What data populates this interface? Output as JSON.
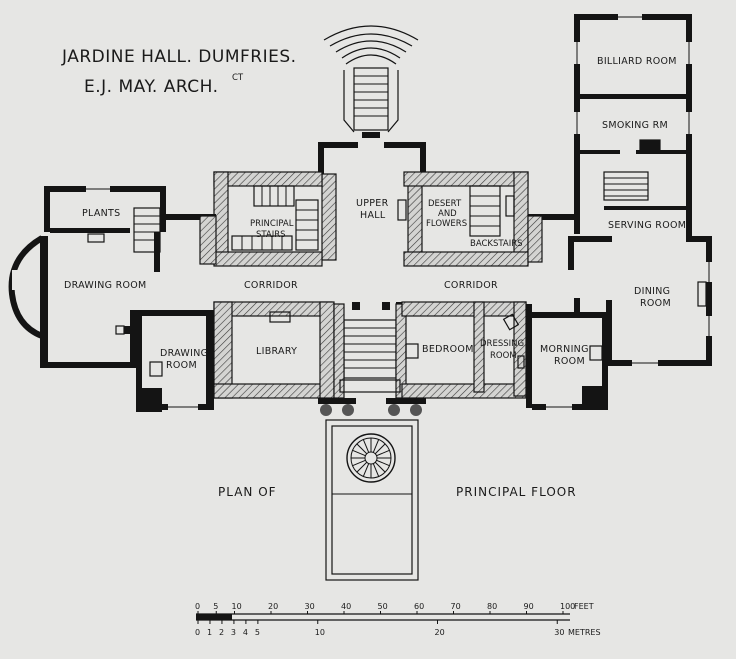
{
  "title": {
    "line1": "JARDINE HALL. DUMFRIES.",
    "line2": "E.J. MAY. ARCH.",
    "line2_sup": "CT"
  },
  "caption": {
    "left": "PLAN OF",
    "right": "PRINCIPAL FLOOR"
  },
  "rooms": {
    "billiard": "BILLIARD ROOM",
    "smoking": "SMOKING RM",
    "serving": "SERVING ROOM",
    "dining": [
      "DINING",
      "ROOM"
    ],
    "plants": "PLANTS",
    "drawing_room": "DRAWING ROOM",
    "drawing_room_small": [
      "DRAWING",
      "ROOM"
    ],
    "principal_stairs": [
      "PRINCIPAL",
      "STAIRS"
    ],
    "upper_hall": [
      "UPPER",
      "HALL"
    ],
    "desert_flowers": [
      "DESERT",
      "AND",
      "FLOWERS"
    ],
    "backstairs": "BACKSTAIRS",
    "corridor_left": "CORRIDOR",
    "corridor_right": "CORRIDOR",
    "library": "LIBRARY",
    "bedroom": "BEDROOM",
    "dressing_room": [
      "DRESSING",
      "ROOM"
    ],
    "morning_room": [
      "MORNING",
      "ROOM"
    ]
  },
  "scale": {
    "feet_labels": [
      "0",
      "5",
      "10",
      "20",
      "30",
      "40",
      "50",
      "60",
      "70",
      "80",
      "90",
      "100"
    ],
    "feet_unit": "FEET",
    "metre_labels": [
      "0",
      "1",
      "2",
      "3",
      "4",
      "5",
      "10",
      "20",
      "30"
    ],
    "metre_unit": "METRES"
  }
}
